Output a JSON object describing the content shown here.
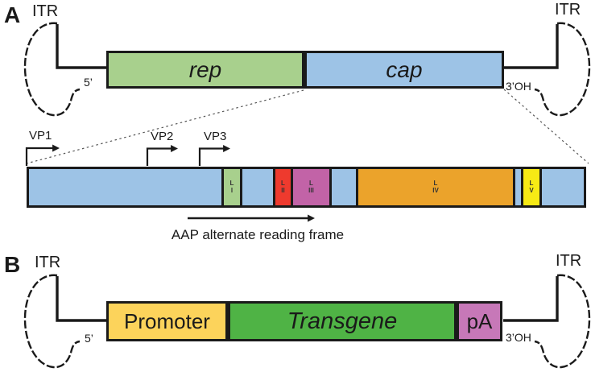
{
  "colors": {
    "rep_green": "#a8d08d",
    "cap_blue": "#9dc3e6",
    "variable_region_1_green": "#a8d08d",
    "variable_region_2_red": "#ee3a2e",
    "variable_region_3_magenta": "#c263a7",
    "variable_region_4_orange": "#eba32b",
    "variable_region_5_yellow": "#f7ea15",
    "promoter_yellow": "#fcd35b",
    "transgene_green": "#4fb345",
    "pa_magenta": "#c778b8",
    "outline_black": "#1a1a1a"
  },
  "panel_a": {
    "label": "A",
    "itr_left": "ITR",
    "itr_right": "ITR",
    "five_prime": "5’",
    "three_prime_oh": "3’OH",
    "rep_gene": "rep",
    "cap_gene": "cap",
    "vp_start_sites": [
      "VP1",
      "VP2",
      "VP3"
    ],
    "cap_segments": [
      {
        "line1": "L",
        "line2": "I"
      },
      {
        "line1": "L",
        "line2": "II"
      },
      {
        "line1": "L",
        "line2": "III"
      },
      {
        "line1": "L",
        "line2": "IV"
      },
      {
        "line1": "L",
        "line2": "V"
      }
    ],
    "aap_annotation": "AAP alternate reading frame"
  },
  "panel_b": {
    "label": "B",
    "itr_left": "ITR",
    "itr_right": "ITR",
    "five_prime": "5’",
    "three_prime_oh": "3’OH",
    "promoter": "Promoter",
    "transgene": "Transgene",
    "poly_a": "pA"
  }
}
